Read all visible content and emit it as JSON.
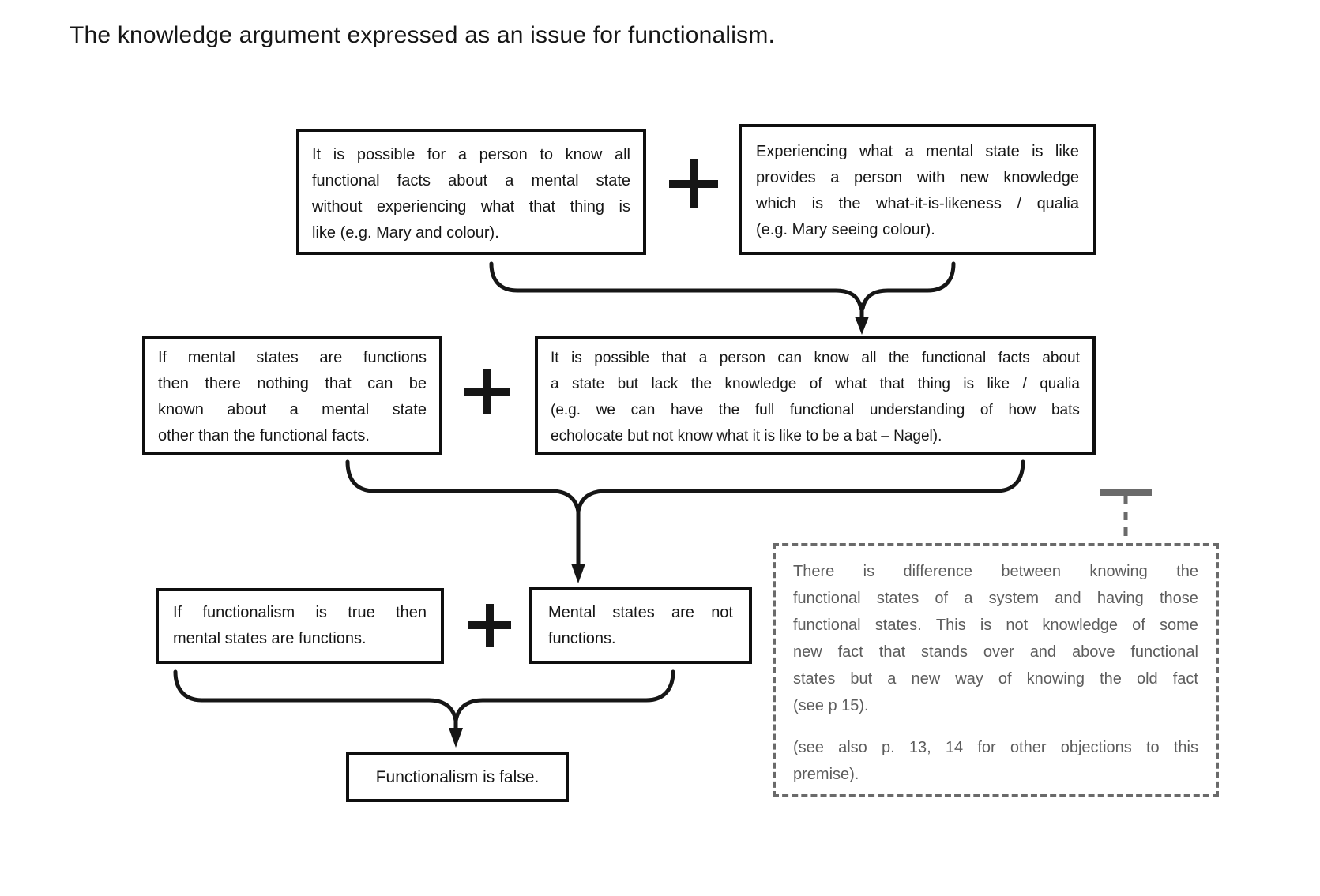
{
  "title": "The knowledge argument expressed as an issue for functionalism.",
  "symbols": {
    "plus": "+"
  },
  "colors": {
    "ink": "#161616",
    "box_border": "#0f0f0f",
    "note_text": "#5d5d5d",
    "note_border": "#6a6a6a",
    "bg": "#ffffff"
  },
  "boxes": {
    "premise_know_all_facts": {
      "lines": [
        "It is possible for a person to know all",
        "functional facts about a mental state",
        "without experiencing what that thing is",
        "like (e.g. Mary and colour)."
      ]
    },
    "premise_experience_new_knowledge": {
      "lines": [
        "Experiencing what a mental state is like",
        "provides a person with new knowledge",
        "which is the what-it-is-likeness / qualia",
        "(e.g. Mary seeing colour)."
      ]
    },
    "premise_mental_states_functions": {
      "lines": [
        "If mental states are functions",
        "then there nothing that can be",
        "known about a mental state",
        "other than the functional facts."
      ]
    },
    "conclusion_know_facts_lack_qualia": {
      "lines": [
        "It is possible that a person can know all the functional facts about",
        "a state but lack the knowledge of what that thing is like / qualia",
        "(e.g. we can have the full functional understanding of how bats",
        "echolocate but not know what it is like to be a bat – Nagel)."
      ]
    },
    "premise_functionalism_true": {
      "lines": [
        "If functionalism is true then",
        "mental states are functions."
      ]
    },
    "premise_mental_states_not_functions": {
      "lines": [
        "Mental states are not",
        "functions."
      ]
    },
    "conclusion_functionalism_false": {
      "text": "Functionalism is false."
    }
  },
  "note": {
    "paragraphs": [
      [
        "There is difference between knowing the",
        "functional states of a system and having those",
        "functional states. This is not knowledge of some",
        "new fact that stands over and above functional",
        "states but a new way of knowing the old fact",
        "(see p 15)."
      ],
      [
        "(see also p. 13, 14 for other objections to this",
        "premise)."
      ]
    ]
  }
}
